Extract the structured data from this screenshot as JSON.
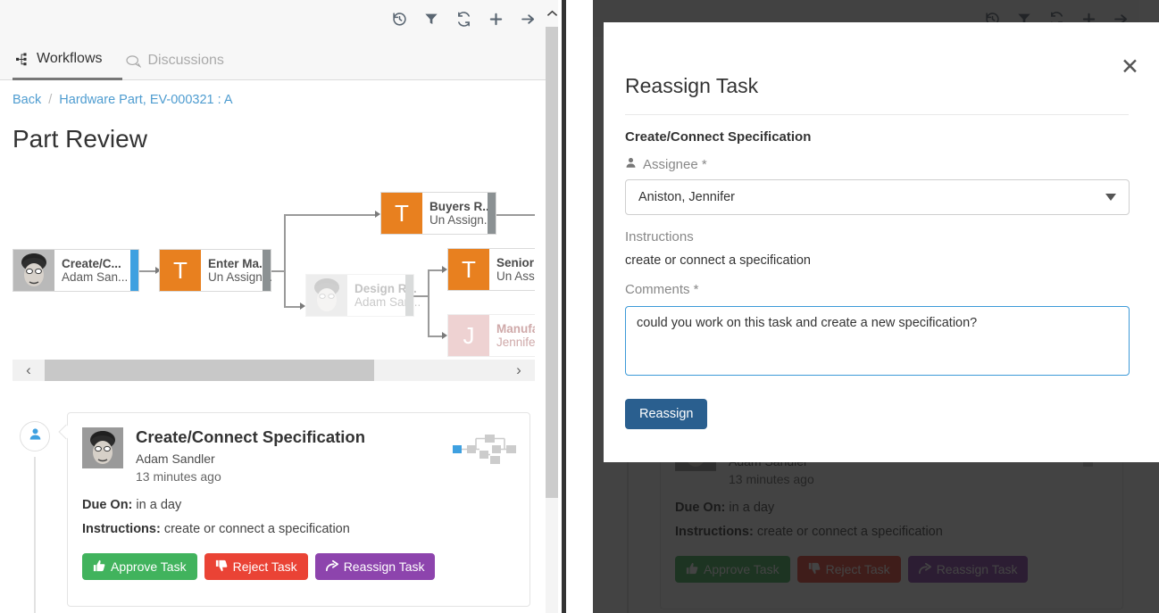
{
  "toolbar": {
    "icons": [
      "history-icon",
      "filter-icon",
      "refresh-icon",
      "plus-icon",
      "arrow-right-icon"
    ]
  },
  "tabs": [
    {
      "label": "Workflows",
      "icon": "workflow-icon",
      "active": true
    },
    {
      "label": "Discussions",
      "icon": "comment-icon",
      "active": false
    }
  ],
  "breadcrumb": {
    "back": "Back",
    "separator": "/",
    "current": "Hardware Part, EV-000321 : A"
  },
  "page": {
    "title": "Part Review"
  },
  "workflow": {
    "nodes": [
      {
        "name": "Create/C...",
        "assignee": "Adam San...",
        "avatar": "photo",
        "bar": "blue",
        "state": "active"
      },
      {
        "name": "Enter Ma...",
        "assignee": "Un Assign...",
        "avatar": "T",
        "bar": "gray",
        "state": "pending"
      },
      {
        "name": "Buyers R...",
        "assignee": "Un Assign...",
        "avatar": "T",
        "bar": "gray",
        "state": "pending"
      },
      {
        "name": "Design R...",
        "assignee": "Adam San...",
        "avatar": "photo",
        "bar": "gray",
        "state": "faded"
      },
      {
        "name": "Senior D",
        "assignee": "Un Assig",
        "avatar": "T",
        "bar": "none",
        "state": "pending"
      },
      {
        "name": "Manufac",
        "assignee": "Jennifer",
        "avatar": "J",
        "bar": "none",
        "state": "faded"
      }
    ],
    "scroll_left_icon": "‹",
    "scroll_right_icon": "›"
  },
  "task_card": {
    "title": "Create/Connect Specification",
    "person": "Adam Sandler",
    "time": "13 minutes ago",
    "due_label": "Due On:",
    "due_value": "in a day",
    "instructions_label": "Instructions:",
    "instructions_value": "create or connect a specification",
    "buttons": [
      {
        "label": "Approve Task",
        "icon": "thumbs-up-icon",
        "color": "#41b35d"
      },
      {
        "label": "Reject Task",
        "icon": "thumbs-down-icon",
        "color": "#ea4335"
      },
      {
        "label": "Reassign Task",
        "icon": "share-arrow-icon",
        "color": "#8d44ad"
      }
    ]
  },
  "modal": {
    "title": "Reassign Task",
    "close_icon": "close-icon",
    "section_title": "Create/Connect Specification",
    "assignee_label": "Assignee *",
    "assignee_icon": "user-icon",
    "assignee_value": "Aniston, Jennifer",
    "instructions_label": "Instructions",
    "instructions_text": "create or connect a specification",
    "comments_label": "Comments *",
    "comments_value": "could you work on this task and create a new specification?",
    "submit_label": "Reassign"
  },
  "colors": {
    "accent_blue": "#3ea0e0",
    "node_orange": "#e8801f",
    "link_blue": "#4e9cd0",
    "submit_blue": "#2a5f8f",
    "approve_green": "#41b35d",
    "reject_red": "#ea4335",
    "reassign_purple": "#8d44ad"
  }
}
